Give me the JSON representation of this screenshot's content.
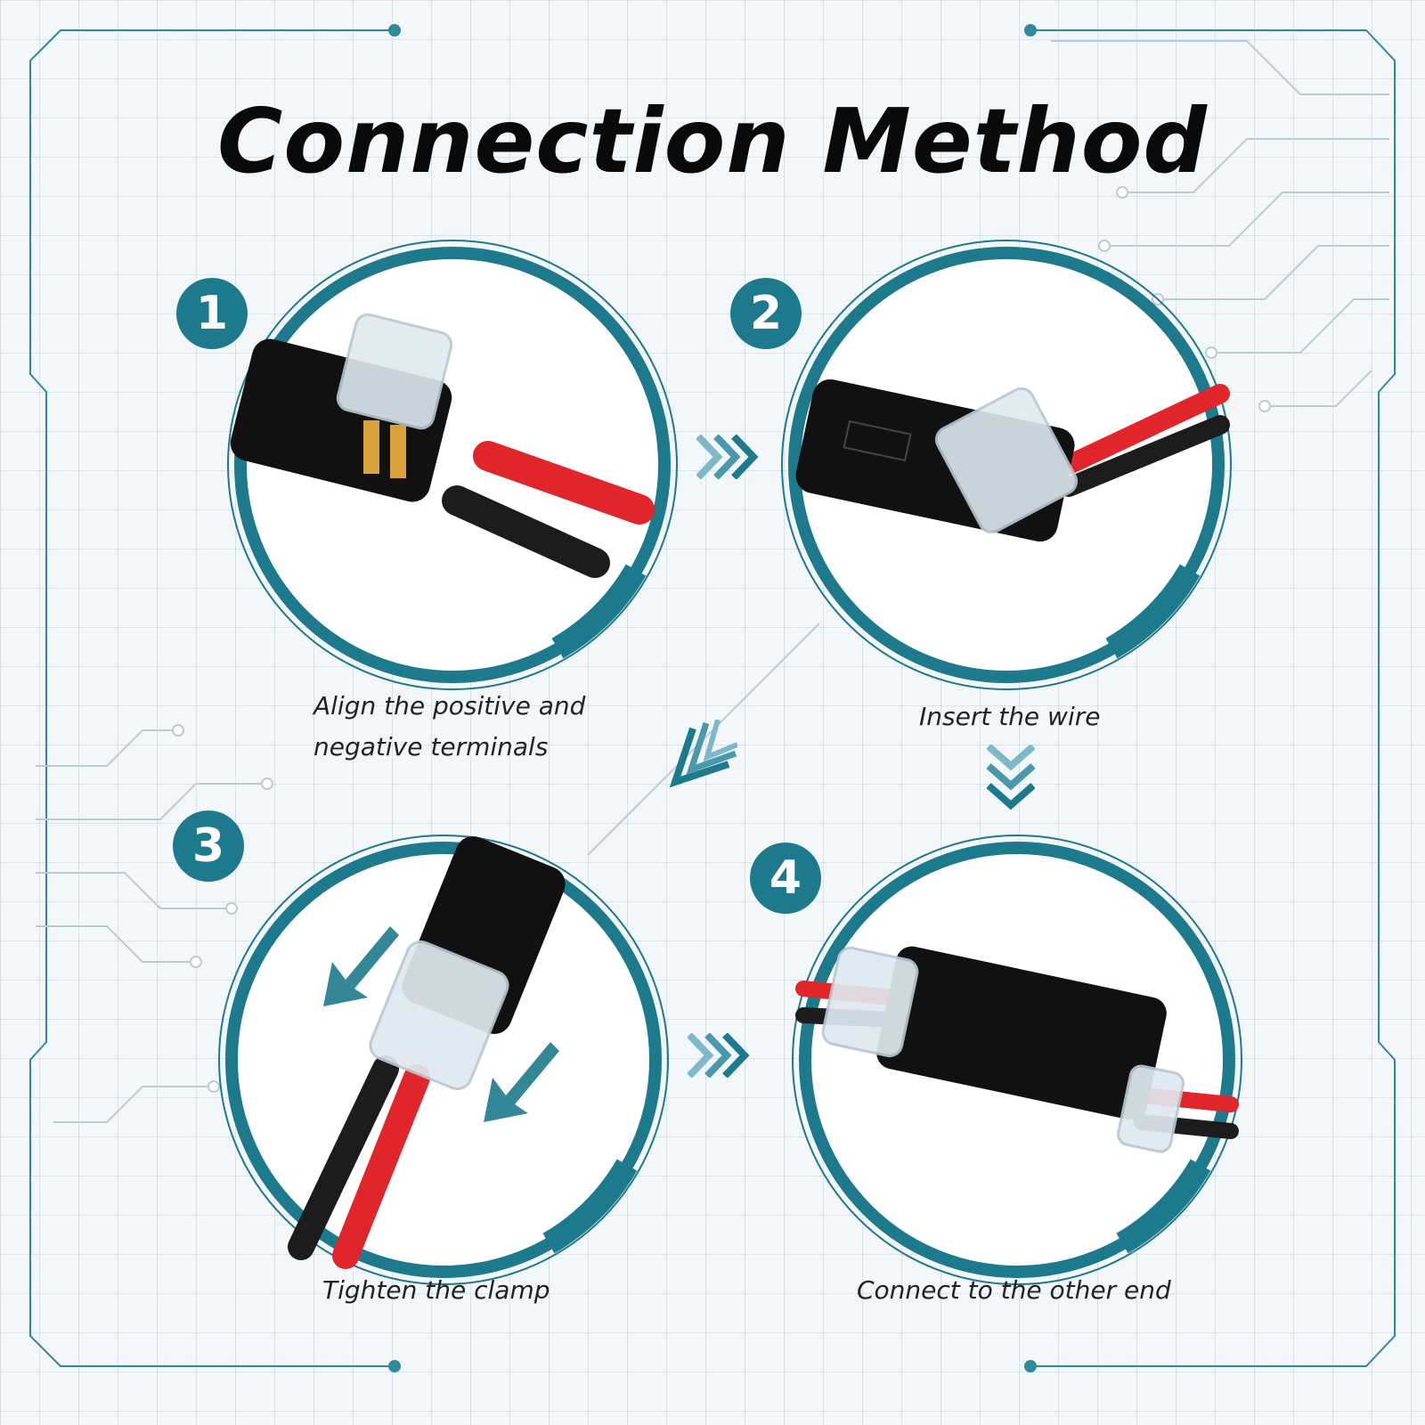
{
  "title": "Connection Method",
  "colors": {
    "accent": "#1d7a8c",
    "accent_light": "#7fb9c9",
    "wire_red": "#e0262b",
    "wire_black": "#1c1c1c",
    "connector_black": "#111111"
  },
  "steps": [
    {
      "number": "1",
      "caption_line1": "Align the positive and",
      "caption_line2": "negative terminals"
    },
    {
      "number": "2",
      "caption_line1": "Insert the wire",
      "caption_line2": ""
    },
    {
      "number": "3",
      "caption_line1": "Tighten the clamp",
      "caption_line2": ""
    },
    {
      "number": "4",
      "caption_line1": "Connect to the other end",
      "caption_line2": ""
    }
  ],
  "icons": [
    "chevron-right-icon",
    "chevron-down-icon",
    "chevron-down-left-icon",
    "arrow-down-left-icon"
  ]
}
